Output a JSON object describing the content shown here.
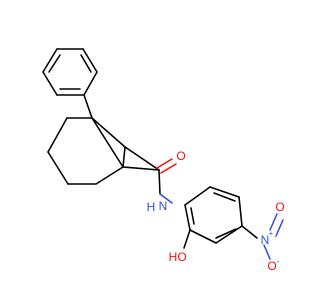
{
  "structure": {
    "atoms": {
      "carbonyl_oxygen": "O",
      "amide_nitrogen": "N",
      "amide_hydrogen": "H",
      "hydroxyl_oxygen": "O",
      "hydroxyl_hydrogen": "H",
      "nitro_nitrogen": "N",
      "nitro_positive": "+",
      "nitro_oxygen_upper": "O",
      "nitro_oxygen_lower": "O",
      "nitro_negative": "-"
    },
    "colors": {
      "bond": "#000000",
      "oxygen": "#ff0d0d",
      "nitrogen": "#2f4fe0",
      "background": "#ffffff"
    }
  }
}
